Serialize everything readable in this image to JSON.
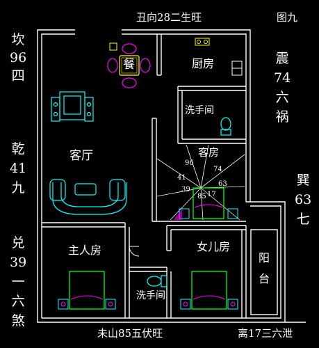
{
  "header": {
    "orientation": "丑向28二生旺",
    "figure": "图九"
  },
  "footer": {
    "left": "未山85五伏旺",
    "right": "离17三六泄"
  },
  "sides": {
    "kan": [
      "坎",
      "96",
      "四"
    ],
    "qian": [
      "乾",
      "41",
      "九"
    ],
    "dui": [
      "兑",
      "39",
      "一",
      "六",
      "煞"
    ],
    "zhen": [
      "震",
      "74",
      "六",
      "祸"
    ],
    "xun": [
      "巽",
      "63",
      "七"
    ]
  },
  "rooms": {
    "dining": "餐",
    "kitchen": "厨房",
    "washroom_top": "洗手间",
    "living": "客厅",
    "guest": "客房",
    "master": "主人房",
    "daughter": "女儿房",
    "washroom_bottom": "洗手间",
    "balcony": [
      "阳",
      "台"
    ]
  },
  "compass_numbers": {
    "n96": "96",
    "n74": "74",
    "n41": "41",
    "n63": "63",
    "n39": "39",
    "n85": "85",
    "n17": "17"
  },
  "colors": {
    "wall": "#ffffff",
    "fixture": "#ff00ff",
    "furniture": "#00ffff",
    "bed": "#00ff00",
    "accent": "#ffff00",
    "compass": "#ffffff"
  }
}
